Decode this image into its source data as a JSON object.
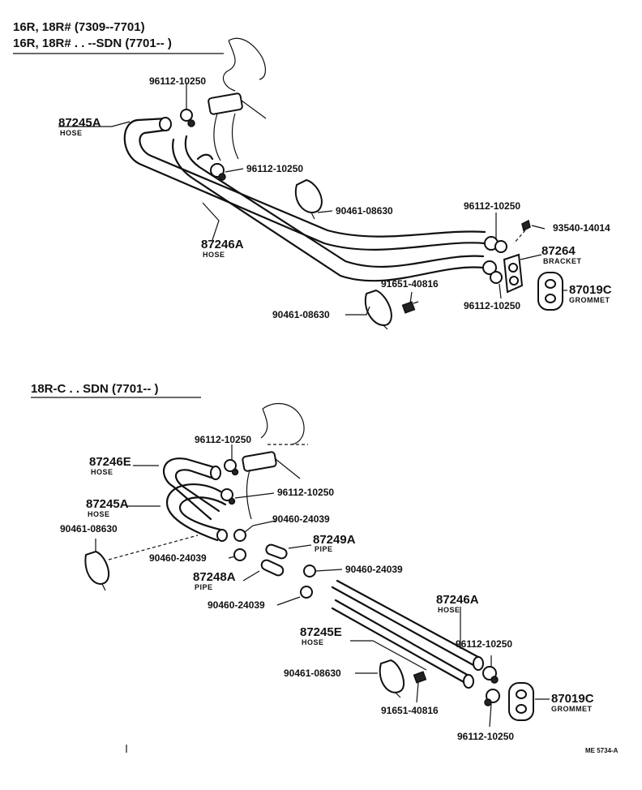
{
  "section1": {
    "heading_line1": "16R, 18R# (7309--7701)",
    "heading_line2": "16R, 18R# . . --SDN (7701--      )",
    "labels": {
      "clamp_top_left": "96112-10250",
      "hose_upper_num": "87245A",
      "hose_upper_word": "HOSE",
      "clamp_mid": "96112-10250",
      "clip_mid": "90461-08630",
      "hose_lower_num": "87246A",
      "hose_lower_word": "HOSE",
      "clamp_right_top": "96112-10250",
      "bolt": "93540-14014",
      "bracket_num": "87264",
      "bracket_word": "BRACKET",
      "screw": "91651-40816",
      "grommet_num": "87019C",
      "grommet_word": "GROMMET",
      "clamp_right_bottom": "96112-10250",
      "clip_bottom": "90461-08630"
    }
  },
  "section2": {
    "heading": "18R-C . . SDN (7701--        )",
    "labels": {
      "clamp_top": "96112-10250",
      "hose_e_num": "87246E",
      "hose_e_word": "HOSE",
      "hose_a_num": "87245A",
      "hose_a_word": "HOSE",
      "clamp_second": "96112-10250",
      "clip_left": "90461-08630",
      "clamp_small_1": "90460-24039",
      "pipe_a_num": "87249A",
      "pipe_a_word": "PIPE",
      "clamp_small_2": "90460-24039",
      "clamp_small_3": "90460-24039",
      "pipe_b_num": "87248A",
      "pipe_b_word": "PIPE",
      "clamp_small_4": "90460-24039",
      "hose_long_num": "87246A",
      "hose_long_word": "HOSE",
      "hose_long2_num": "87245E",
      "hose_long2_word": "HOSE",
      "clamp_right": "96112-10250",
      "clip_bottom": "90461-08630",
      "grommet_num": "87019C",
      "grommet_word": "GROMMET",
      "screw": "91651-40816",
      "clamp_bottom": "96112-10250"
    }
  },
  "footer_code": "ME 5734-A"
}
